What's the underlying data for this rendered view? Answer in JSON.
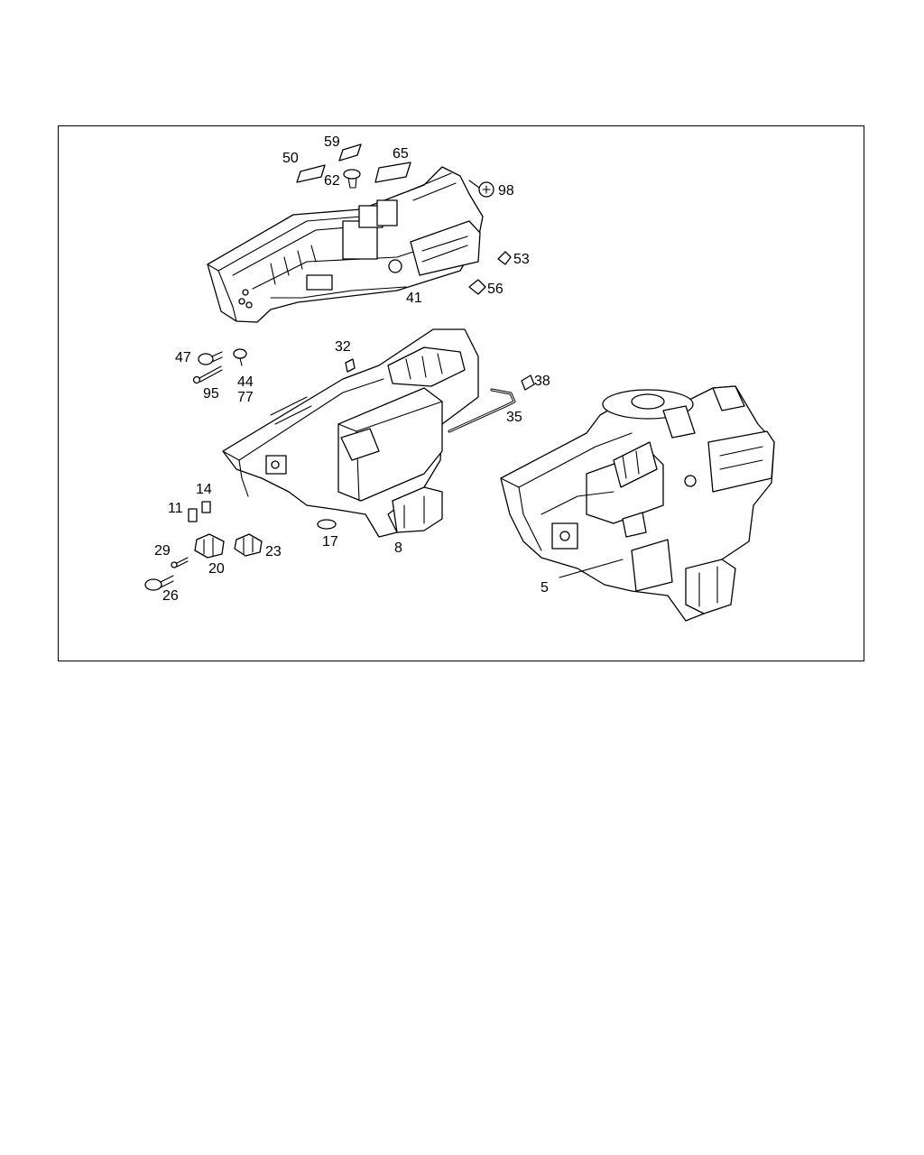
{
  "callouts": [
    "59",
    "50",
    "65",
    "62",
    "98",
    "53",
    "56",
    "41",
    "47",
    "44",
    "77",
    "95",
    "32",
    "38",
    "35",
    "14",
    "11",
    "17",
    "8",
    "29",
    "20",
    "23",
    "26",
    "5"
  ]
}
